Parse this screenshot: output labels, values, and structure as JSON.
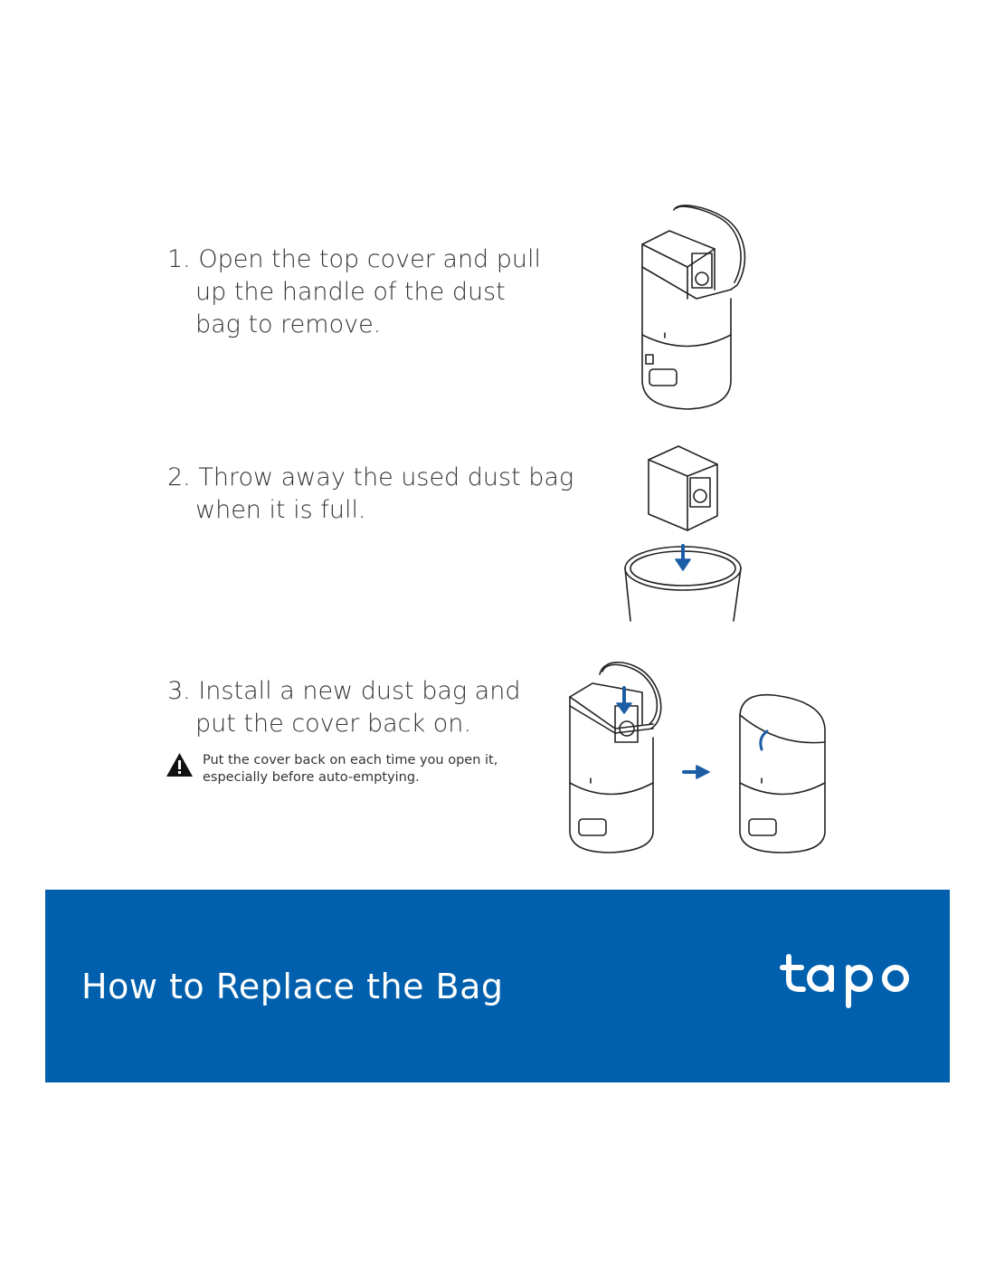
{
  "steps": [
    {
      "lines": [
        "1. Open the top cover and pull",
        "up the handle of the dust",
        "bag to remove."
      ]
    },
    {
      "lines": [
        "2. Throw away the used dust bag",
        "when it is full."
      ]
    },
    {
      "lines": [
        "3.  Install a new dust bag and",
        "put the cover back on."
      ]
    }
  ],
  "warning": {
    "icon": "warning-triangle-icon",
    "lines": [
      "Put the cover back on each time you open it,",
      "especially before auto-emptying."
    ]
  },
  "banner": {
    "title": "How to Replace the Bag",
    "logo_text": "tapo",
    "color": "#0060ad"
  }
}
